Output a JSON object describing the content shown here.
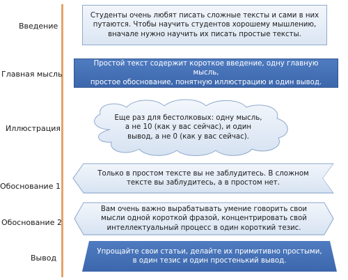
{
  "rows": [
    {
      "label": "Введение",
      "text": "Студенты очень любят писать сложные тексты и сами в них\nпутаются. Чтобы научить студентов хорошему мышлению,\nвначале нужно научить их писать простые тексты."
    },
    {
      "label": "Главная мысль",
      "text": "Простой текст содержит короткое введение, одну главную мысль,\nпростое обоснование, понятную иллюстрацию и один вывод."
    },
    {
      "label": "Иллюстрация",
      "text": "Еще раз для бестолковых: одну мысль,\nа не 10 (как у вас сейчас), и один\nвывод, а не 0 (как у вас сейчас)."
    },
    {
      "label": "Обоснование 1",
      "text": "Только в простом тексте вы не заблудитесь. В сложном\nтексте вы заблудитесь, а в простом нет."
    },
    {
      "label": "Обоснование 2",
      "text": "Вам очень важно вырабатывать умение говорить свои\nмысли  одной короткой фразой, концентрировать свой\nинтеллектуальный процесс в один короткий тезис."
    },
    {
      "label": "Вывод",
      "text": "Упрощайте свои статьи, делайте их примитивно простыми,\nв один тезис и один простенький вывод."
    }
  ],
  "colors": {
    "divider": "#e3a36a",
    "light_fill": "#e6eef8",
    "light_border": "#8ea9cc",
    "dark_fill": "#4a74b8"
  }
}
